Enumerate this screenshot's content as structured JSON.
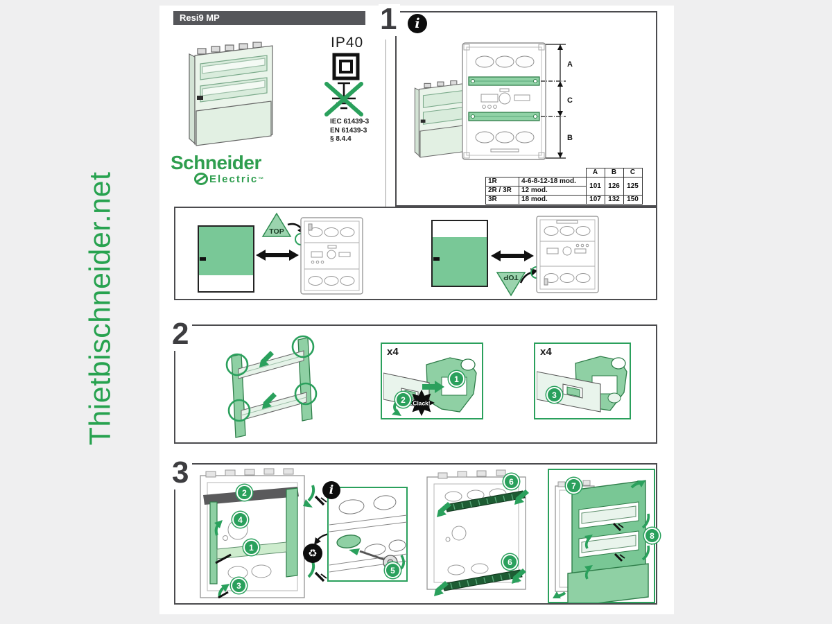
{
  "watermark": {
    "text": "Thietbischneider.net",
    "color": "#27a24f"
  },
  "header": {
    "product_badge": "Resi9 MP",
    "ip_rating": "IP40",
    "standard_line1": "IEC 61439-3",
    "standard_line2": "EN 61439-3",
    "standard_line3": "§ 8.4.4",
    "brand_line1": "Schneider",
    "brand_line2": "Electric",
    "brand_tm": "™"
  },
  "steps": {
    "s1": "1",
    "s2": "2",
    "s3": "3"
  },
  "icons": {
    "info": "i",
    "recycle_glyph": "♻"
  },
  "dims": {
    "a": "A",
    "b": "B",
    "c": "C"
  },
  "table": {
    "col_a": "A",
    "col_b": "B",
    "col_c": "C",
    "rows": [
      {
        "config": "1R",
        "modules": "4-6-8-12-18 mod."
      },
      {
        "config": "2R / 3R",
        "modules": "12 mod."
      },
      {
        "config": "3R",
        "modules": "18 mod."
      }
    ],
    "merged": {
      "a": "101",
      "b": "126",
      "c": "125"
    },
    "row3": {
      "a": "107",
      "b": "132",
      "c": "150"
    }
  },
  "orientation": {
    "top_label": "TOP"
  },
  "step2": {
    "qty": "x4",
    "clack": "Clack!"
  },
  "markers": [
    "1",
    "2",
    "3",
    "4",
    "5",
    "6",
    "7",
    "8"
  ],
  "colors": {
    "brand_green": "#2f9e4f",
    "accent_green": "#2aa05c",
    "fill_green": "#79c897",
    "pale_green": "#e9f4ec",
    "rail_dark_green": "#1d5c33",
    "badge_gray": "#55565a"
  }
}
